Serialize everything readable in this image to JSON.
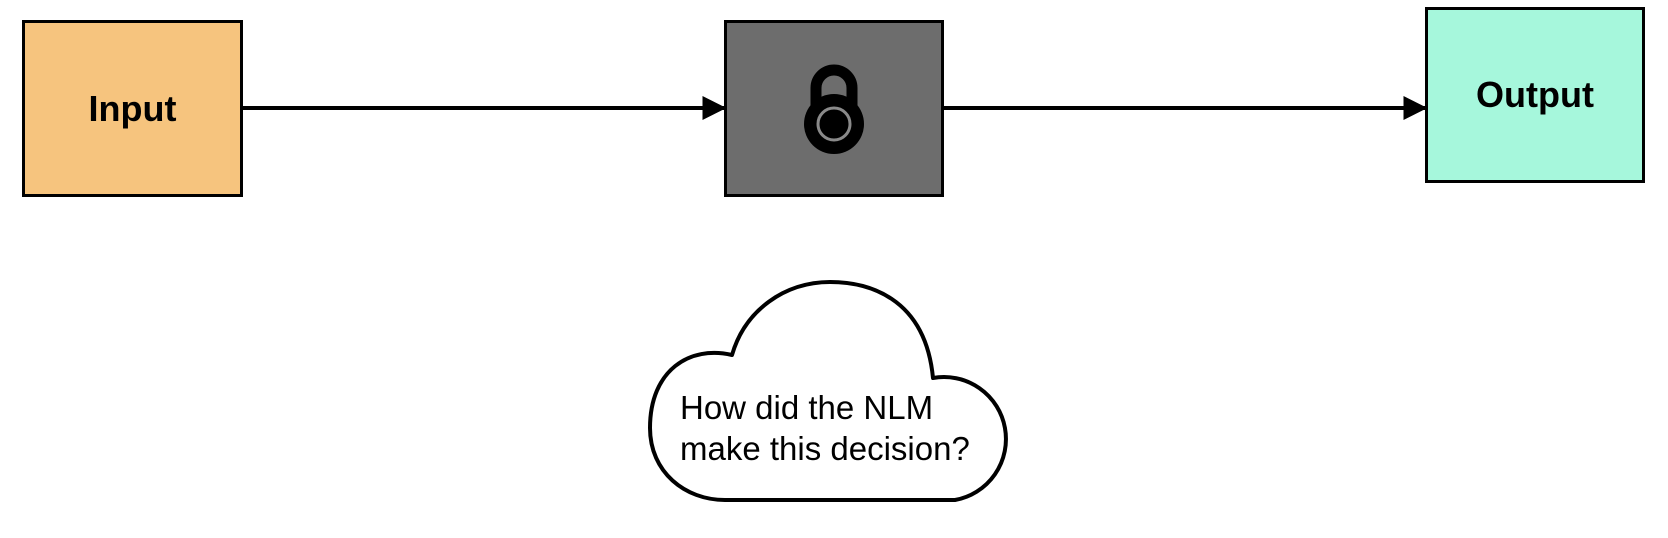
{
  "colors": {
    "input_fill": "#F6C47E",
    "blackbox_fill": "#6D6D6D",
    "output_fill": "#A6F7DC",
    "stroke": "#000000",
    "lock": "#000000",
    "lock_ring": "#8A8A8A"
  },
  "nodes": {
    "input": {
      "label": "Input"
    },
    "blackbox": {
      "icon": "lock-icon"
    },
    "output": {
      "label": "Output"
    }
  },
  "thought": {
    "line1": "How did the NLM",
    "line2": "make this decision?"
  }
}
